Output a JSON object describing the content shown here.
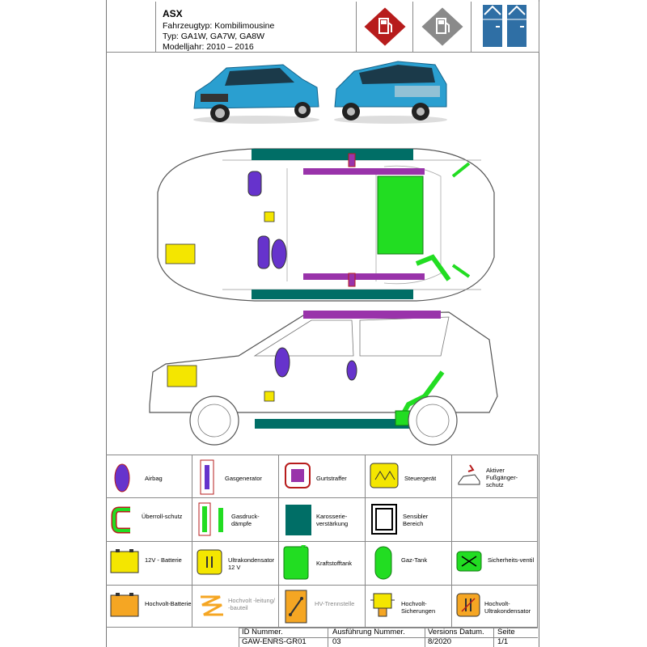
{
  "header": {
    "model": "ASX",
    "vehicle_type": "Fahrzeugtyp: Kombilimousine",
    "type_codes": "Typ: GA1W, GA7W, GA8W",
    "model_year": "Modelljahr: 2010 – 2016"
  },
  "legend": [
    {
      "key": "airbag",
      "label": "Airbag"
    },
    {
      "key": "gas_generator",
      "label": "Gasgenerator"
    },
    {
      "key": "belt_tensioner",
      "label": "Gurtstraffer"
    },
    {
      "key": "control_unit",
      "label": "Steuergerät"
    },
    {
      "key": "pedestrian_protection",
      "label": "Aktiver Fußgänger-schutz"
    },
    {
      "key": "rollover_protection",
      "label": "Überroll-schutz"
    },
    {
      "key": "gas_strut",
      "label": "Gasdruck-dämpfe"
    },
    {
      "key": "body_reinforcement",
      "label": "Karosserie-verstärkung"
    },
    {
      "key": "sensitive_area",
      "label": "Sensibler Bereich"
    },
    {
      "key": "battery_12v",
      "label": "12V - Batterie"
    },
    {
      "key": "ultracap_12v",
      "label": "Ultrakondensator 12 V"
    },
    {
      "key": "fuel_tank",
      "label": "Kraftstofftank"
    },
    {
      "key": "gas_tank",
      "label": "Gaz-Tank"
    },
    {
      "key": "safety_valve",
      "label": "Sicherheits-ventil"
    },
    {
      "key": "hv_battery",
      "label": "Hochvolt-Batterie"
    },
    {
      "key": "hv_line",
      "label": "Hochvolt -leitung/ -bauteil"
    },
    {
      "key": "hv_disconnect",
      "label": "HV-Trennstelle"
    },
    {
      "key": "hv_fuses",
      "label": "Hochvolt-Sicherungen"
    },
    {
      "key": "hv_ultracap",
      "label": "Hochvolt-Ultrakondensator"
    }
  ],
  "footer": {
    "id_label": "ID Nummer.",
    "id_value": "GAW-ENRS-GR01",
    "exec_label": "Ausführung Nummer.",
    "exec_value": "03",
    "version_label": "Versions Datum.",
    "version_value": "8/2020",
    "page_label": "Seite",
    "page_value": "1/1"
  },
  "colors": {
    "airbag": "#6633cc",
    "belt": "#9933aa",
    "reinforcement": "#006e66",
    "fuel": "#22dd22",
    "battery": "#f4e600",
    "hv_orange": "#f5a623",
    "warning_red": "#b71c1c",
    "car_blue": "#2a9fd0"
  }
}
